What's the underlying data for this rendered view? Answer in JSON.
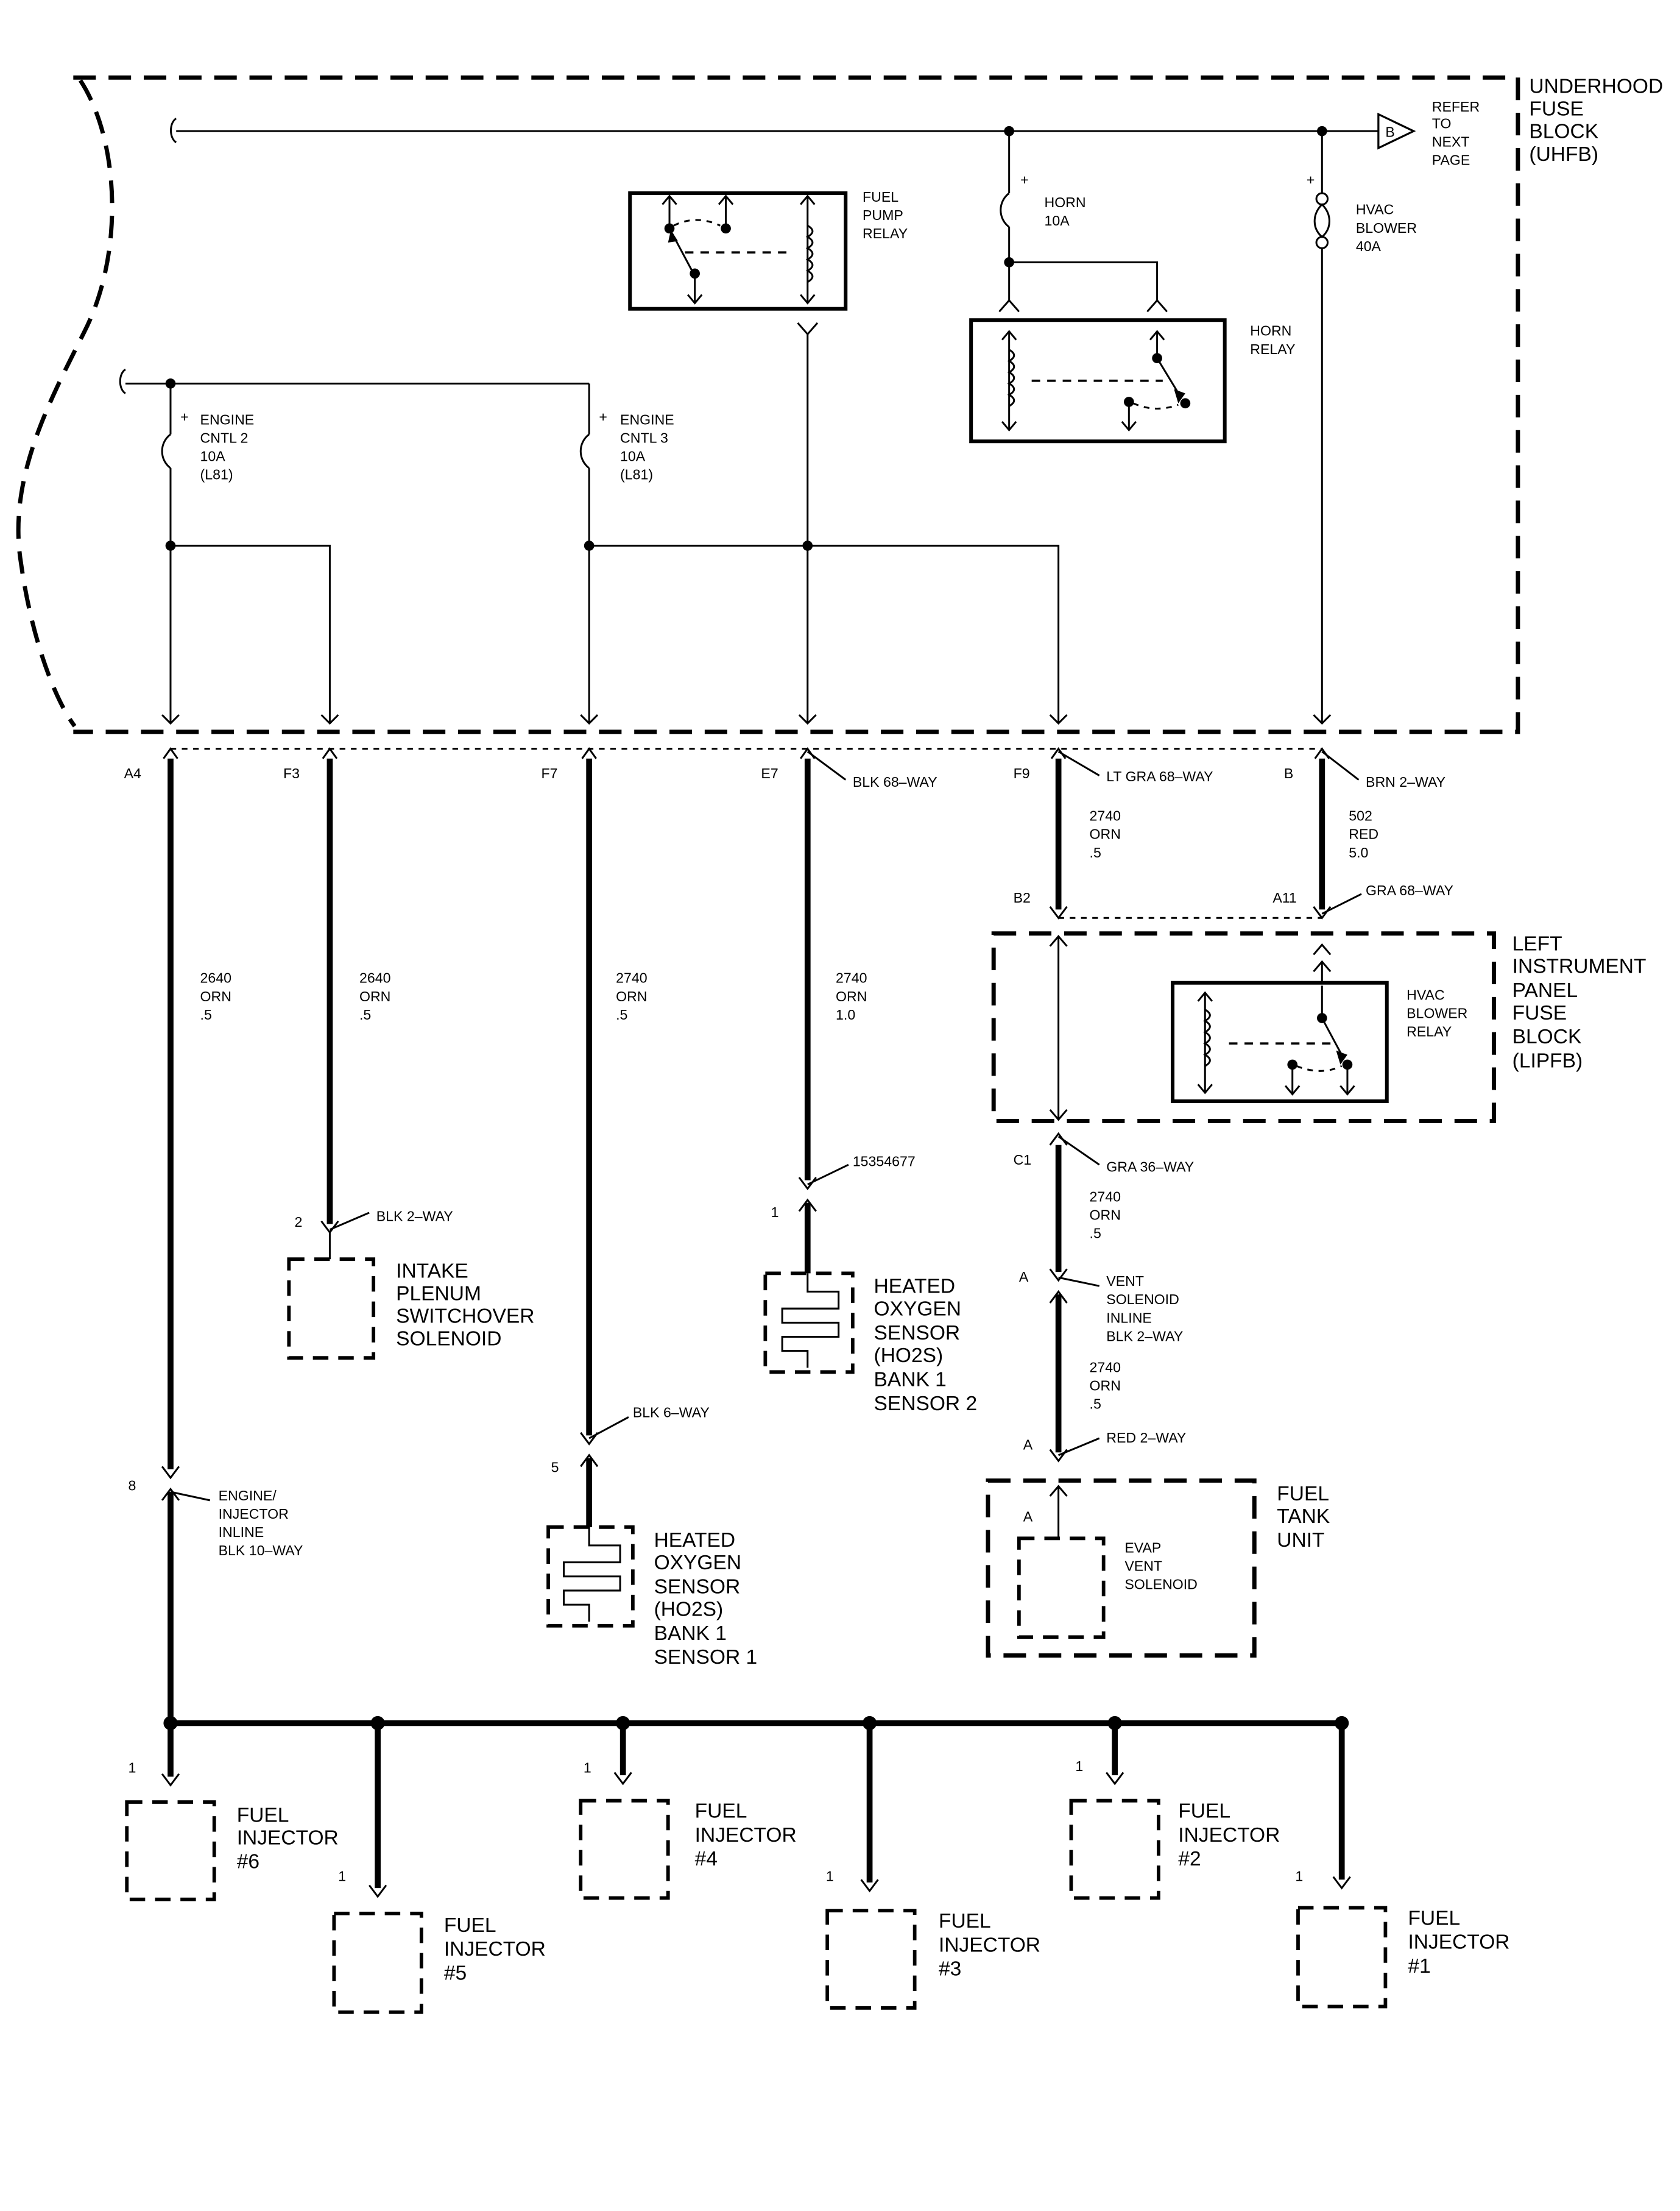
{
  "uhfb": {
    "l1": "UNDERHOOD",
    "l2": "FUSE",
    "l3": "BLOCK",
    "l4": "(UHFB)"
  },
  "refer": {
    "letter": "B",
    "l1": "REFER",
    "l2": "TO",
    "l3": "NEXT",
    "l4": "PAGE"
  },
  "fuses": {
    "horn": {
      "sign": "+",
      "l1": "HORN",
      "l2": "10A"
    },
    "hvac": {
      "sign": "+",
      "l1": "HVAC",
      "l2": "BLOWER",
      "l3": "40A"
    },
    "cntl2": {
      "sign": "+",
      "l1": "ENGINE",
      "l2": "CNTL 2",
      "l3": "10A",
      "l4": "(L81)"
    },
    "cntl3": {
      "sign": "+",
      "l1": "ENGINE",
      "l2": "CNTL 3",
      "l3": "10A",
      "l4": "(L81)"
    }
  },
  "relays": {
    "fuel_pump": {
      "l1": "FUEL",
      "l2": "PUMP",
      "l3": "RELAY"
    },
    "horn": {
      "l1": "HORN",
      "l2": "RELAY"
    },
    "hvac_blower": {
      "l1": "HVAC",
      "l2": "BLOWER",
      "l3": "RELAY"
    }
  },
  "pins": {
    "a4": "A4",
    "f3": "F3",
    "f7": "F7",
    "e7": "E7",
    "f9": "F9",
    "b": "B",
    "b2": "B2",
    "a11": "A11",
    "c1": "C1",
    "vent_a": "A",
    "red_a": "A",
    "evap_a": "A",
    "solenoid_2": "2",
    "ho2s2_1": "1",
    "ho2s1_5": "5",
    "inj_8": "8",
    "inj6_1": "1",
    "inj5_1": "1",
    "inj4_1": "1",
    "inj3_1": "1",
    "inj2_1": "1",
    "inj1_1": "1"
  },
  "connectors": {
    "e7": "BLK 68–WAY",
    "f9": "LT GRA 68–WAY",
    "b": "BRN 2–WAY",
    "a11": "GRA 68–WAY",
    "c1": "GRA 36–WAY",
    "solenoid": "BLK 2–WAY",
    "ho2s2": "15354677",
    "ho2s1": "BLK 6–WAY",
    "red": "RED 2–WAY",
    "vent": {
      "l1": "VENT",
      "l2": "SOLENOID",
      "l3": "INLINE",
      "l4": "BLK 2–WAY"
    },
    "injector_inline": {
      "l1": "ENGINE/",
      "l2": "INJECTOR",
      "l3": "INLINE",
      "l4": "BLK 10–WAY"
    }
  },
  "wires": {
    "a4": {
      "circuit": "2640",
      "color": "ORN",
      "size": ".5"
    },
    "f3": {
      "circuit": "2640",
      "color": "ORN",
      "size": ".5"
    },
    "f7": {
      "circuit": "2740",
      "color": "ORN",
      "size": ".5"
    },
    "e7": {
      "circuit": "2740",
      "color": "ORN",
      "size": "1.0"
    },
    "f9": {
      "circuit": "2740",
      "color": "ORN",
      "size": ".5"
    },
    "b": {
      "circuit": "502",
      "color": "RED",
      "size": "5.0"
    },
    "c1": {
      "circuit": "2740",
      "color": "ORN",
      "size": ".5"
    },
    "vent": {
      "circuit": "2740",
      "color": "ORN",
      "size": ".5"
    }
  },
  "components": {
    "lipfb": {
      "l1": "LEFT",
      "l2": "INSTRUMENT",
      "l3": "PANEL",
      "l4": "FUSE",
      "l5": "BLOCK",
      "l6": "(LIPFB)"
    },
    "intake": {
      "l1": "INTAKE",
      "l2": "PLENUM",
      "l3": "SWITCHOVER",
      "l4": "SOLENOID"
    },
    "ho2s2": {
      "l1": "HEATED",
      "l2": "OXYGEN",
      "l3": "SENSOR",
      "l4": "(HO2S)",
      "l5": "BANK 1",
      "l6": "SENSOR 2"
    },
    "ho2s1": {
      "l1": "HEATED",
      "l2": "OXYGEN",
      "l3": "SENSOR",
      "l4": "(HO2S)",
      "l5": "BANK 1",
      "l6": "SENSOR 1"
    },
    "fuel_tank": {
      "l1": "FUEL",
      "l2": "TANK",
      "l3": "UNIT"
    },
    "evap": {
      "l1": "EVAP",
      "l2": "VENT",
      "l3": "SOLENOID"
    },
    "inj6": {
      "l1": "FUEL",
      "l2": "INJECTOR",
      "l3": "#6"
    },
    "inj5": {
      "l1": "FUEL",
      "l2": "INJECTOR",
      "l3": "#5"
    },
    "inj4": {
      "l1": "FUEL",
      "l2": "INJECTOR",
      "l3": "#4"
    },
    "inj3": {
      "l1": "FUEL",
      "l2": "INJECTOR",
      "l3": "#3"
    },
    "inj2": {
      "l1": "FUEL",
      "l2": "INJECTOR",
      "l3": "#2"
    },
    "inj1": {
      "l1": "FUEL",
      "l2": "INJECTOR",
      "l3": "#1"
    }
  }
}
